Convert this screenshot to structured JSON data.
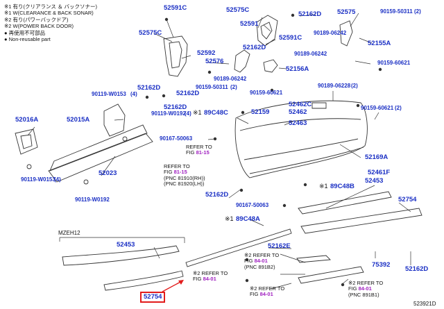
{
  "legend": {
    "line1": "※1 有り(クリアランス ＆ バックソナー)",
    "line2": "※1 W(CLEARANCE & BACK SONAR)",
    "line3": "※2 有り(パワーバックドア)",
    "line4": "※2 W(POWER BACK DOOR)",
    "line5": "● 再使用不可部品",
    "line6": "● Non-reusable part"
  },
  "parts": {
    "p52591C": "52591C",
    "p52575C_top": "52575C",
    "p52162D_t1": "52162D",
    "p52575": "52575",
    "p90159_50311_top": "90159-50311",
    "p52591": "52591",
    "p52591C_b": "52591C",
    "p52575C_left": "52575C",
    "p52592": "52592",
    "p52162D_t2": "52162D",
    "p90189_06242_a": "90189-06242",
    "p52155A": "52155A",
    "p52576": "52576",
    "p52156A": "52156A",
    "p90159_60621_a": "90159-60621",
    "p90189_06242_b": "90189-06242",
    "p90159_50311_mid": "90159-50311",
    "p90159_60621_b": "90159-60621",
    "p52162D_l1": "52162D",
    "p52162D_l2": "52162D",
    "p90119_W0153_a": "90119-W0153",
    "p90189_06228": "90189-06228",
    "p52462C": "52462C",
    "p52162D_mid": "52162D",
    "p52159": "52159",
    "p52462": "52462",
    "p90159_60621_c": "90159-60621",
    "p90119_W0192_a": "90119-W0192",
    "p89C48C": "89C48C",
    "p52463": "52463",
    "p52016A": "52016A",
    "p52015A": "52015A",
    "p90167_50063_a": "90167-50063",
    "p52169A": "52169A",
    "p52023": "52023",
    "p52461F": "52461F",
    "p90119_W0153_b": "90119-W0153",
    "p90119_W0192_b": "90119-W0192",
    "p52162D_low": "52162D",
    "p89C48B": "89C48B",
    "p52453_r": "52453",
    "p52754_r": "52754",
    "p90167_50063_b": "90167-50063",
    "p89C48A": "89C48A",
    "p52453_l": "52453",
    "p52162E": "52162E",
    "p75392": "75392",
    "p52162D_br": "52162D",
    "p52754_hl": "52754"
  },
  "qty": {
    "q2_a": "(2)",
    "q2_b": "(2)",
    "q2_c": "(2)",
    "q4_a": "(4)",
    "q4_b": "(4)",
    "q4_c": "(4)",
    "q2_d": "(2)"
  },
  "refs": {
    "r_bumper": {
      "l1": "REFER TO",
      "l2": "FIG",
      "fig": "81-15",
      "l3": "(PNC 81910(RH))",
      "l4": "(PNC 81920(LH))"
    },
    "r_mid": {
      "l1": "REFER TO",
      "l2": "FIG",
      "fig": "81-15"
    },
    "r_low1": {
      "l1": "※2 REFER TO",
      "l2": "FIG",
      "fig": "84-01",
      "l3": "(PNC 891B2)"
    },
    "r_low2": {
      "l1": "※2 REFER TO",
      "l2": "FIG",
      "fig": "84-01"
    },
    "r_low3": {
      "l1": "※2 REFER TO",
      "l2": "FIG",
      "fig": "84-01",
      "l3": "(PNC 891B1)"
    },
    "r_low4": {
      "l1": "※2 REFER TO",
      "l2": "FIG",
      "fig": "84-01"
    }
  },
  "markers": {
    "m1": "※1",
    "m2": "※1",
    "m3": "※1",
    "m4": "※2",
    "m5": "※2"
  },
  "model_label": "MZEH12",
  "diagram_id": "523921D",
  "colors": {
    "part_number": "#1a2fc4",
    "figure_ref": "#a020c0",
    "highlight": "#e21b1b",
    "line_art": "#333333"
  }
}
